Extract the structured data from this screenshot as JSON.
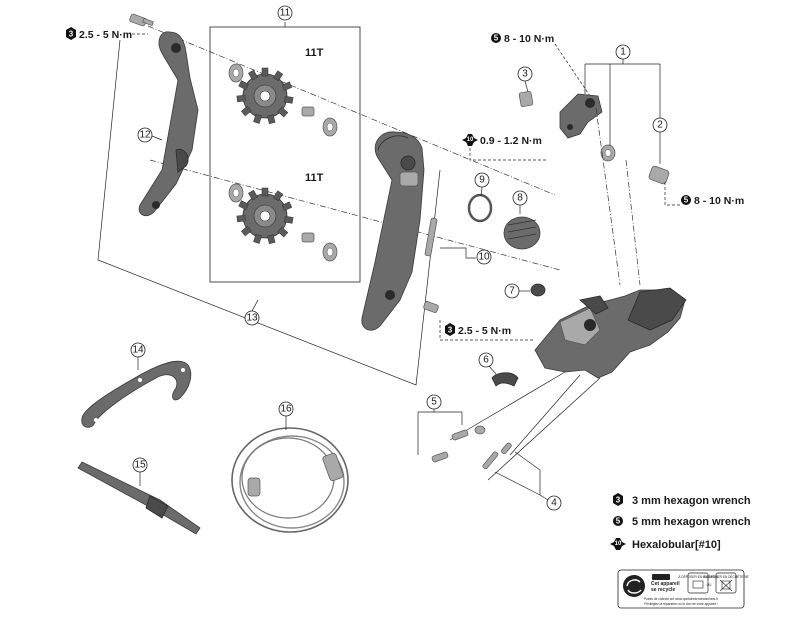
{
  "callouts": {
    "c1": "1",
    "c2": "2",
    "c3": "3",
    "c4": "4",
    "c5": "5",
    "c6": "6",
    "c7": "7",
    "c8": "8",
    "c9": "9",
    "c10": "10",
    "c11": "11",
    "c12": "12",
    "c13": "13",
    "c14": "14",
    "c15": "15",
    "c16": "16"
  },
  "torque_specs": {
    "top_left": "2.5 - 5 N·m",
    "top_right_upper": "8 - 10 N·m",
    "top_right_lower": "8 - 10 N·m",
    "hexalobular": "0.9 - 1.2 N·m",
    "mid": "2.5 - 5 N·m"
  },
  "tool_badges": {
    "three": "3",
    "five": "5",
    "ten": "10"
  },
  "pulley_teeth": {
    "upper": "11T",
    "lower": "11T"
  },
  "legend": {
    "items": [
      {
        "badge": "3",
        "label": "3 mm hexagon wrench",
        "icon": "hex-badge-icon"
      },
      {
        "badge": "5",
        "label": "5 mm hexagon wrench",
        "icon": "hex-badge-icon"
      },
      {
        "badge": "10",
        "label": "Hexalobular[#10]",
        "icon": "star-badge-icon"
      }
    ]
  },
  "recycle_label": {
    "line1": "Cet appareil",
    "line2": "se recycle",
    "col1": "À DÉPOSER EN MAGASIN",
    "col2": "À DÉPOSER EN DÉCHÈTERIE",
    "or": "OU",
    "footer1": "Points de collecte sur www.quefairedemesdechets.fr",
    "footer2": "Privilégiez la réparation ou le don de votre appareil !"
  }
}
